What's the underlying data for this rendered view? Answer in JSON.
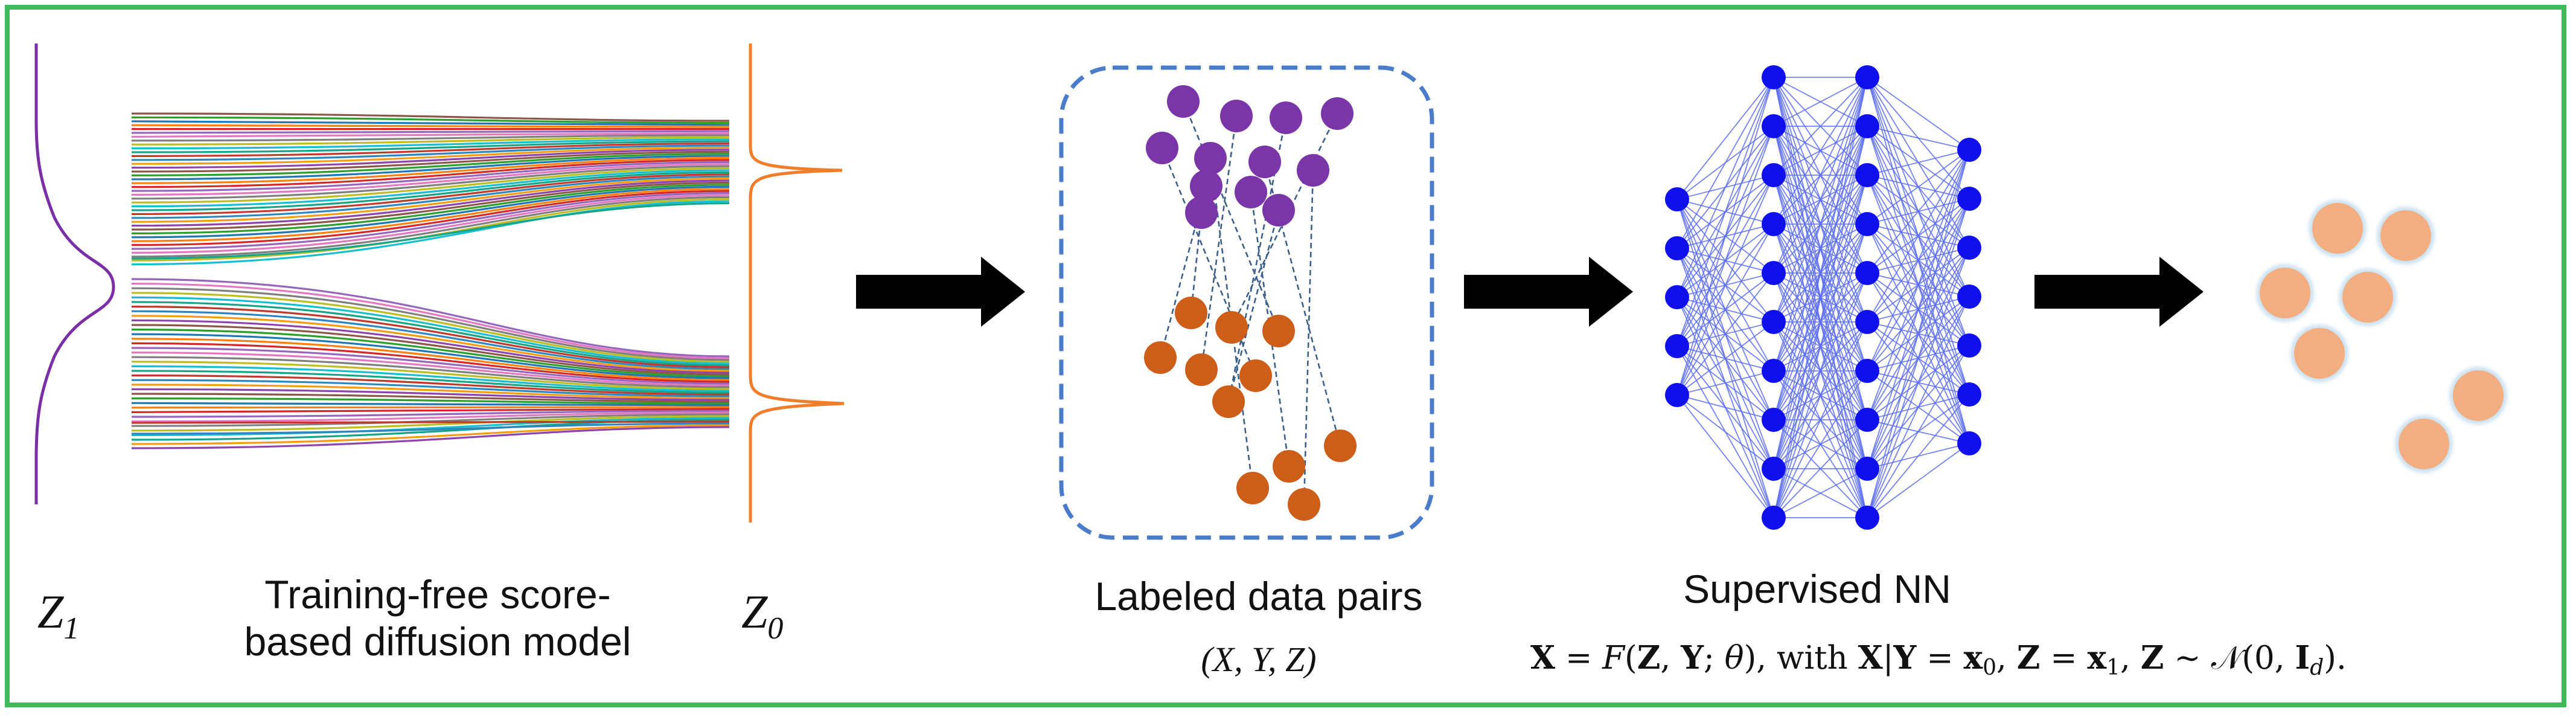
{
  "diagram": {
    "z1_symbol": "Z",
    "z1_subscript": "1",
    "z0_symbol": "Z",
    "z0_subscript": "0",
    "diffusion_label_line1": "Training-free score-",
    "diffusion_label_line2": "based diffusion model",
    "pairs_label": "Labeled data pairs",
    "pairs_vars": "(X, Y, Z)",
    "nn_label": "Supervised NN",
    "equation": {
      "lhs": "X",
      "eq": " = ",
      "func": "F",
      "args_open": "(",
      "arg_z": "Z",
      "comma": ", ",
      "arg_y": "Y",
      "semi": "; ",
      "theta": "θ",
      "args_close": "), with ",
      "cond_x": "X",
      "bar": "|",
      "cond_y": "Y",
      "eq2": " = ",
      "x0": "x",
      "x0_sub": "0",
      "comma2": ", ",
      "z2": "Z",
      "eq3": " = ",
      "x1": "x",
      "x1_sub": "1",
      "comma3": ", ",
      "z3": "Z",
      "sim": " ∼ ",
      "normal": "𝒩",
      "normal_args": "(0, ",
      "identity": "I",
      "identity_sub": "d",
      "tail": ")."
    },
    "colors": {
      "border": "#3dbb5a",
      "z1_curve": "#7b2fa6",
      "z0_curve": "#f07d2a",
      "purple_dot": "#7a35a8",
      "orange_dot": "#cc5e1a",
      "dashed_box": "#4a7cc9",
      "nn_node": "#1010ee",
      "nn_edge": "#5a6cf0",
      "output_dot": "#f2ae80",
      "arrow": "#000000"
    }
  }
}
